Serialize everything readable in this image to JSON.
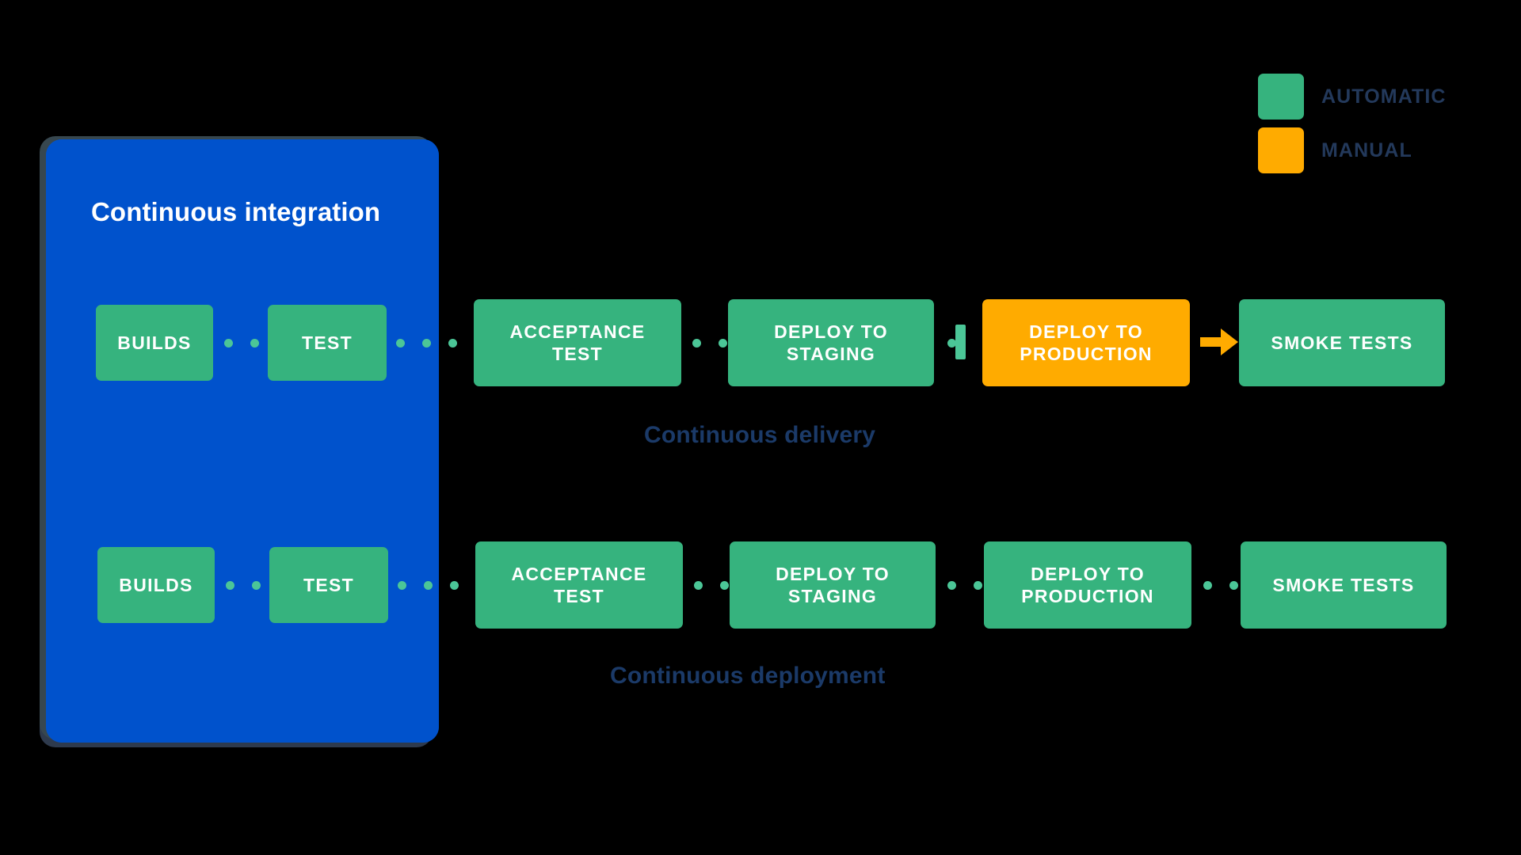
{
  "legend": {
    "items": [
      {
        "label": "AUTOMATIC",
        "color": "#36B37E",
        "swatch_name": "automatic-swatch"
      },
      {
        "label": "MANUAL",
        "color": "#FFAB00",
        "swatch_name": "manual-swatch"
      }
    ]
  },
  "ci_panel": {
    "title": "Continuous integration",
    "background": "#0052CC"
  },
  "captions": {
    "delivery": "Continuous delivery",
    "deployment": "Continuous deployment",
    "color": "#1B3A68"
  },
  "colors": {
    "automatic": "#36B37E",
    "manual": "#FFAB00",
    "dot": "#4BC697",
    "arrow": "#FFAB00",
    "panel_blue": "#0052CC",
    "text_dark": "#23395B",
    "background": "#000000"
  },
  "pipelines": [
    {
      "name": "continuous-delivery",
      "caption": "Continuous delivery",
      "stages": [
        {
          "label": "BUILDS",
          "type": "automatic"
        },
        {
          "label": "TEST",
          "type": "automatic"
        },
        {
          "label": "ACCEPTANCE TEST",
          "type": "automatic"
        },
        {
          "label": "DEPLOY TO STAGING",
          "type": "automatic"
        },
        {
          "label": "DEPLOY TO PRODUCTION",
          "type": "manual"
        },
        {
          "label": "SMOKE TESTS",
          "type": "automatic"
        }
      ],
      "connectors": [
        "dotted",
        "dotted",
        "dotted",
        "gate",
        "arrow"
      ]
    },
    {
      "name": "continuous-deployment",
      "caption": "Continuous deployment",
      "stages": [
        {
          "label": "BUILDS",
          "type": "automatic"
        },
        {
          "label": "TEST",
          "type": "automatic"
        },
        {
          "label": "ACCEPTANCE TEST",
          "type": "automatic"
        },
        {
          "label": "DEPLOY TO STAGING",
          "type": "automatic"
        },
        {
          "label": "DEPLOY TO PRODUCTION",
          "type": "automatic"
        },
        {
          "label": "SMOKE TESTS",
          "type": "automatic"
        }
      ],
      "connectors": [
        "dotted",
        "dotted",
        "dotted",
        "dotted",
        "dotted"
      ]
    }
  ]
}
